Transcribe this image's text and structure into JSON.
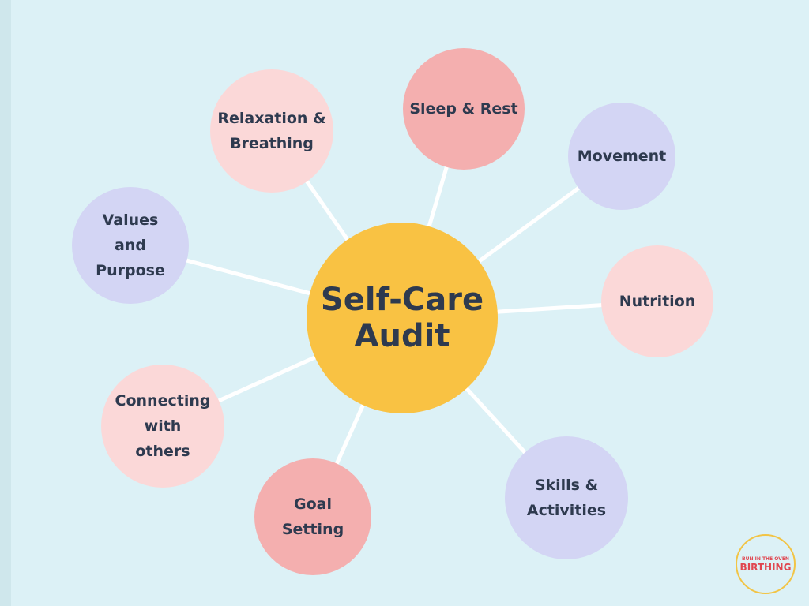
{
  "title": "Self-Care\nAudit",
  "colors": {
    "center": "#f9c243",
    "light_pink": "#fbd8d8",
    "pink": "#f4afaf",
    "lavender": "#d3d5f4",
    "text": "#2e3a4f"
  },
  "nodes": [
    {
      "label": "Relaxation &\nBreathing",
      "color": "light_pink"
    },
    {
      "label": "Sleep & Rest",
      "color": "pink"
    },
    {
      "label": "Movement",
      "color": "lavender"
    },
    {
      "label": "Nutrition",
      "color": "light_pink"
    },
    {
      "label": "Skills &\nActivities",
      "color": "lavender"
    },
    {
      "label": "Goal\nSetting",
      "color": "pink"
    },
    {
      "label": "Connecting\nwith\nothers",
      "color": "light_pink"
    },
    {
      "label": "Values\nand\nPurpose",
      "color": "lavender"
    }
  ],
  "logo": {
    "line1": "BUN IN THE OVEN",
    "line2": "BIRTHING"
  }
}
